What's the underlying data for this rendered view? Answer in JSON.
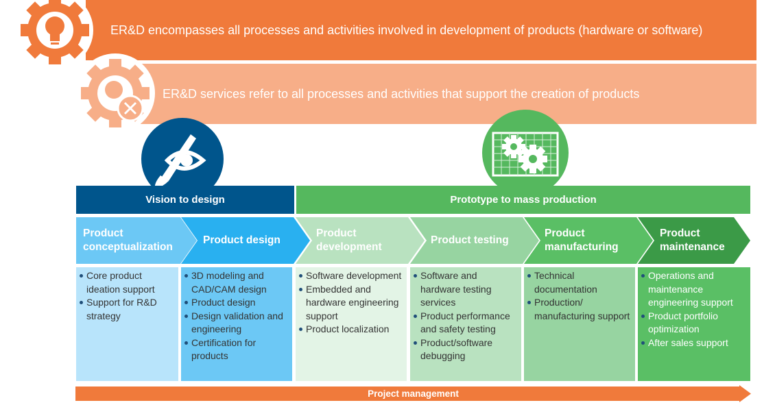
{
  "banners": {
    "top": "ER&D encompasses all processes and activities involved in development of products (hardware or software)",
    "second": "ER&D services refer to all processes and activities that support the creation of products"
  },
  "icons": {
    "top_gear": "gear-lightbulb-icon",
    "second_gear": "gear-lightbulb-tools-icon",
    "vision": "eye-paintbrush-icon",
    "prototype": "gears-on-grid-icon"
  },
  "phases": {
    "vision": "Vision to design",
    "prototype": "Prototype to mass production"
  },
  "stages": [
    {
      "title": "Product conceptualization",
      "items": [
        "Core product ideation support",
        "Support for R&D strategy"
      ]
    },
    {
      "title": "Product design",
      "items": [
        "3D modeling and CAD/CAM design",
        "Product design",
        "Design validation and engineering",
        "Certification for products"
      ]
    },
    {
      "title": "Product development",
      "items": [
        "Software development",
        "Embedded and hardware engineering support",
        "Product localization"
      ]
    },
    {
      "title": "Product testing",
      "items": [
        "Software and hardware testing services",
        "Product performance and safety testing",
        "Product/software debugging"
      ]
    },
    {
      "title": "Product manufacturing",
      "items": [
        "Technical documentation",
        "Production/ manufacturing support"
      ]
    },
    {
      "title": "Product maintenance",
      "items": [
        "Operations and maintenance engineering support",
        "Product portfolio optimization",
        "After sales support"
      ]
    }
  ],
  "footer": {
    "label": "Project management"
  },
  "colors": {
    "orange": "#f07a3b",
    "light_orange": "#f7ae88",
    "navy": "#00558c",
    "green": "#55b85e",
    "blue1": "#6cc8f5",
    "blue2": "#29b0f0",
    "green1": "#b9e2c0",
    "green2": "#97d4a1",
    "green3": "#5abf65",
    "green4": "#3b9a47"
  }
}
